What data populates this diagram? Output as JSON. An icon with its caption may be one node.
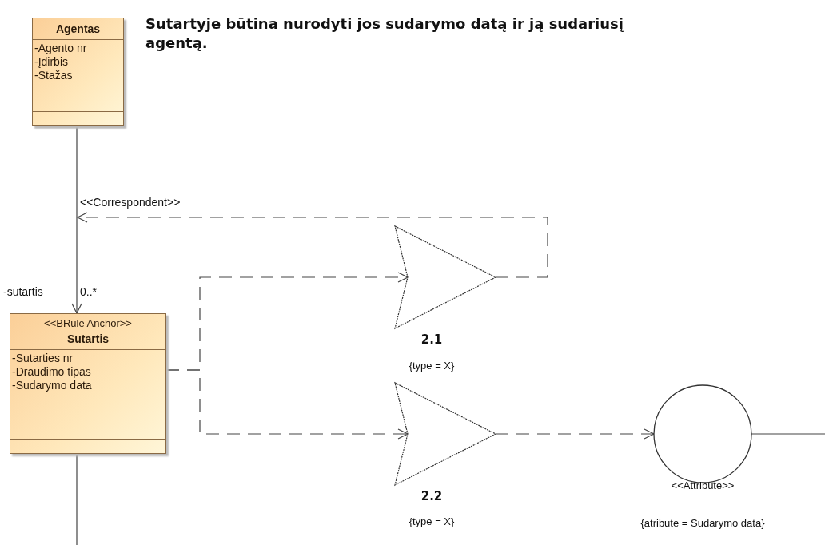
{
  "diagram": {
    "title": "Sutartyje būtina nurodyti jos sudarymo datą ir ją sudariusį agentą.",
    "nodes": [
      {
        "text": [
          "Agentas",
          "-Agento nr",
          "-Įdirbis",
          "-Stažas"
        ]
      },
      {
        "text": [
          "<<BRule Anchor>>",
          "Sutartis",
          "-Sutarties nr",
          "-Draudimo tipas",
          "-Sudarymo data"
        ]
      },
      {
        "text": [],
        "shape": "triangle",
        "beside": [
          "2.1",
          "{type = X}"
        ]
      },
      {
        "text": [],
        "shape": "triangle",
        "beside": [
          "2.2",
          "{type = X}"
        ]
      },
      {
        "text": [],
        "shape": "circle",
        "beside": [
          "<<Attribute>>",
          "{atribute = Sudarymo data}"
        ]
      }
    ],
    "edges": [
      {
        "from": 0,
        "to": 1,
        "arrow": "to"
      },
      {
        "from": 2,
        "to": null,
        "arrow": "to",
        "style": "dashed",
        "label": "<<Correspondent>>"
      },
      {
        "from": 1,
        "to": 2,
        "arrow": "to",
        "style": "dashed"
      },
      {
        "from": 1,
        "to": 3,
        "arrow": "to",
        "style": "dashed"
      },
      {
        "from": 3,
        "to": 4,
        "arrow": "to",
        "style": "dashed"
      },
      {
        "from": 4,
        "to": null,
        "arrow": "none"
      },
      {
        "from": 1,
        "to": null,
        "arrow": "none"
      }
    ],
    "labels": [
      "-sutartis",
      "0..*"
    ]
  }
}
